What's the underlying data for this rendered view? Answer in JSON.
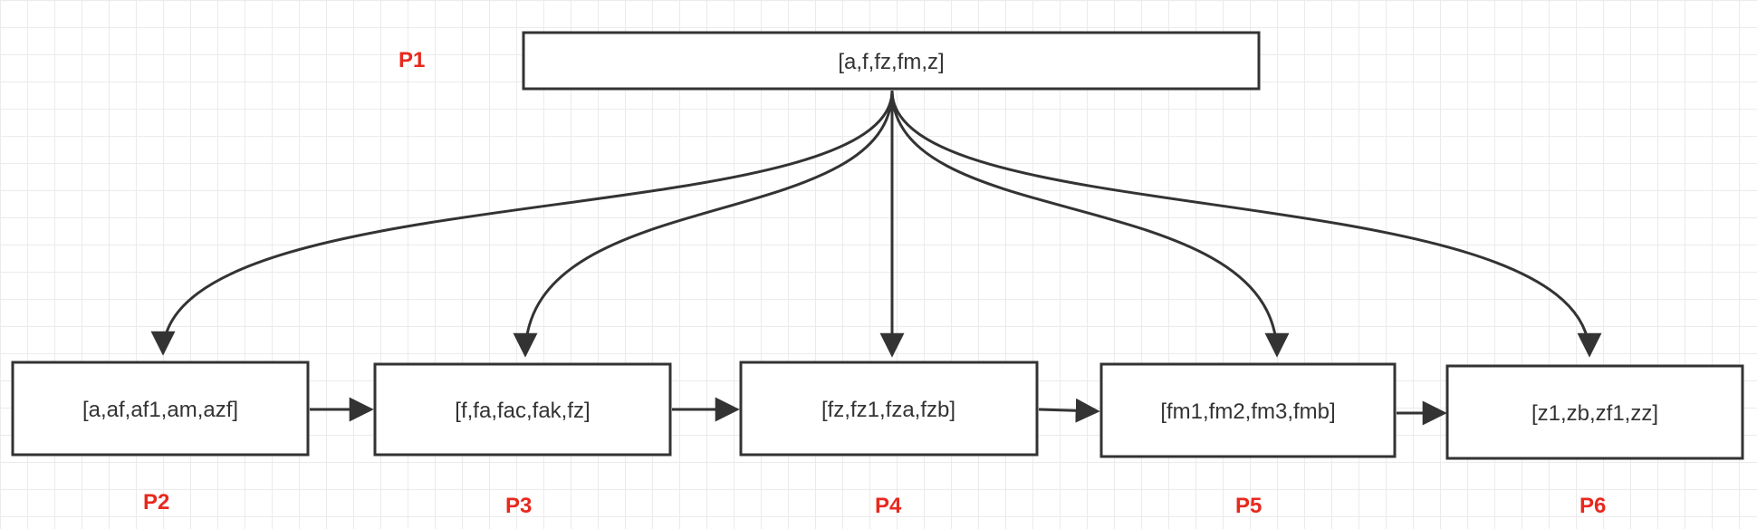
{
  "colors": {
    "label": "#e8281e",
    "stroke": "#333333",
    "text": "#333333"
  },
  "nodes": {
    "root": {
      "label": "P1",
      "keys": "[a,f,fz,fm,z]"
    },
    "p2": {
      "label": "P2",
      "keys": "[a,af,af1,am,azf]"
    },
    "p3": {
      "label": "P3",
      "keys": "[f,fa,fac,fak,fz]"
    },
    "p4": {
      "label": "P4",
      "keys": "[fz,fz1,fza,fzb]"
    },
    "p5": {
      "label": "P5",
      "keys": "[fm1,fm2,fm3,fmb]"
    },
    "p6": {
      "label": "P6",
      "keys": "[z1,zb,zf1,zz]"
    }
  }
}
